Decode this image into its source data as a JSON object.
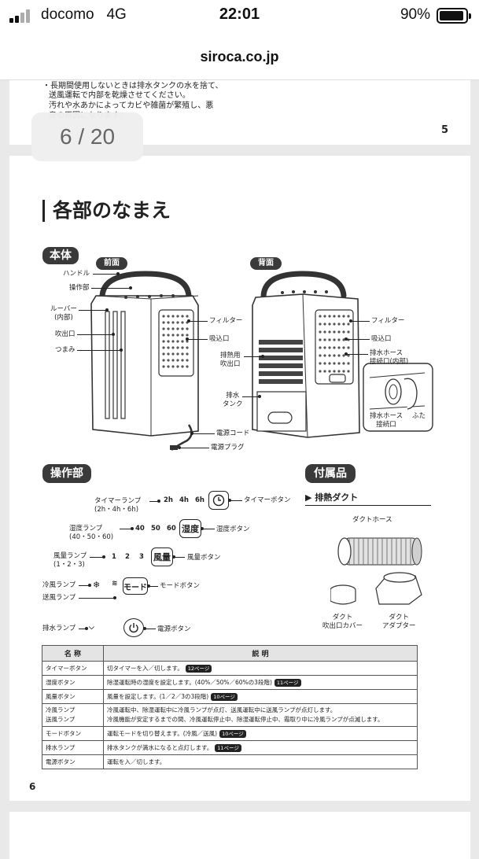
{
  "status_bar": {
    "carrier": "docomo",
    "network": "4G",
    "time": "22:01",
    "battery_percent": "90%"
  },
  "browser": {
    "url": "siroca.co.jp"
  },
  "viewer": {
    "page_counter": "6 / 20"
  },
  "prev_page": {
    "text_lines": [
      "・長期間使用しないときは排水タンクの水を捨て、",
      "送風運転で内部を乾燥させてください。",
      "汚れや水あかによってカビや雑菌が繁殖し、悪",
      "臭の原因になります。"
    ],
    "page_number": "5"
  },
  "manual": {
    "title": "各部のなまえ",
    "body": {
      "heading": "本体",
      "front": {
        "label": "前面",
        "parts": [
          "ハンドル",
          "操作部",
          "ルーバー\n(内部)",
          "吹出口",
          "つまみ"
        ],
        "bottom_parts": [
          "電源コード",
          "電源プラグ"
        ]
      },
      "back": {
        "label": "背面",
        "parts_left": [
          "排熱用\n吹出口",
          "排水\nタンク"
        ],
        "parts_right": [
          "フィルター",
          "吸込口",
          "排水ホース\n接続口(内部)"
        ],
        "inset_parts": [
          "排水ホース\n接続口",
          "ふた"
        ]
      },
      "front_right_parts": [
        "フィルター",
        "吸込口"
      ]
    },
    "control_panel": {
      "heading": "操作部",
      "timer_lamp": "タイマーランプ\n(2h・4h・6h)",
      "timer_values": [
        "2h",
        "4h",
        "6h"
      ],
      "timer_button": "タイマーボタン",
      "humidity_lamp": "湿度ランプ\n(40・50・60)",
      "humidity_values": [
        "40",
        "50",
        "60"
      ],
      "humidity_key": "湿度",
      "humidity_button": "湿度ボタン",
      "wind_lamp": "風量ランプ\n(1・2・3)",
      "wind_values": [
        "1",
        "2",
        "3"
      ],
      "wind_key": "風量",
      "wind_button": "風量ボタン",
      "cool_lamp": "冷風ランプ",
      "fan_lamp": "送風ランプ",
      "mode_key": "モード",
      "mode_button": "モードボタン",
      "drain_lamp": "排水ランプ",
      "power_button": "電源ボタン"
    },
    "accessories": {
      "heading": "付属品",
      "item_title": "▶ 排熱ダクト",
      "parts": [
        "ダクトホース",
        "ダクト\n吹出口カバー",
        "ダクト\nアダプター"
      ]
    },
    "table": {
      "headers": [
        "名 称",
        "説 明"
      ],
      "rows": [
        {
          "name": "タイマーボタン",
          "desc": "切タイマーを入／切します。",
          "ref": "12ページ"
        },
        {
          "name": "湿度ボタン",
          "desc": "除湿運転時の湿度を設定します。(40%／50%／60%の3段階)",
          "ref": "11ページ"
        },
        {
          "name": "風量ボタン",
          "desc": "風量を設定します。(1／2／3の3段階)",
          "ref": "10ページ"
        },
        {
          "name": "冷風ランプ\n送風ランプ",
          "desc": "冷風運転中、除湿運転中に冷風ランプが点灯、送風運転中に送風ランプが点灯します。\n冷風機能が安定するまでの間、冷風運転停止中、除湿運転停止中、霜取り中に冷風ランプが点滅します。",
          "ref": ""
        },
        {
          "name": "モードボタン",
          "desc": "運転モードを切り替えます。(冷風／送風)",
          "ref": "10ページ"
        },
        {
          "name": "排水ランプ",
          "desc": "排水タンクが満水になると点灯します。",
          "ref": "11ページ"
        },
        {
          "name": "電源ボタン",
          "desc": "運転を入／切します。",
          "ref": ""
        }
      ]
    },
    "page_number": "6"
  }
}
